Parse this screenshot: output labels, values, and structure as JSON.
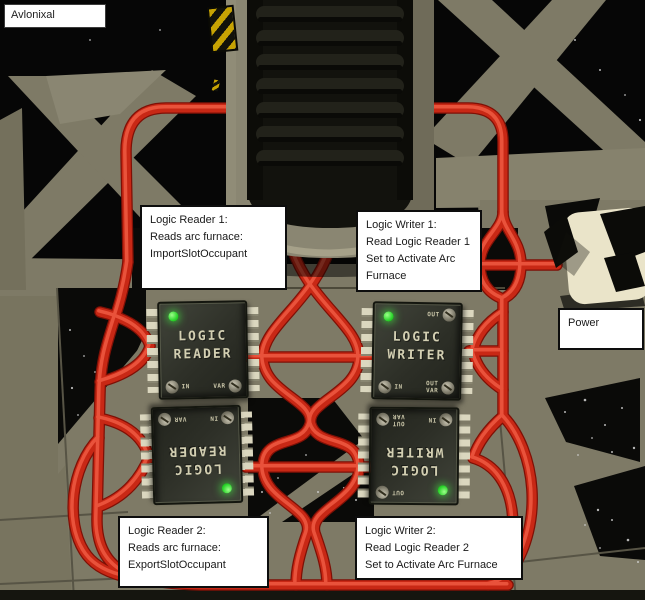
{
  "player": {
    "name": "Avlonixal"
  },
  "annotations": {
    "reader1": {
      "lines": [
        "Logic Reader 1:",
        "Reads arc furnace:",
        "ImportSlotOccupant"
      ]
    },
    "writer1": {
      "lines": [
        "Logic Writer 1:",
        "Read Logic Reader 1",
        "Set to Activate Arc",
        "Furnace"
      ]
    },
    "power": {
      "lines": [
        "Power"
      ]
    },
    "reader2": {
      "lines": [
        "Logic Reader 2:",
        "Reads arc furnace:",
        "ExportSlotOccupant"
      ]
    },
    "writer2": {
      "lines": [
        "Logic Writer 2:",
        "Read Logic Reader 2",
        "Set to Activate Arc Furnace"
      ]
    }
  },
  "chips": {
    "reader": {
      "line1": "LOGIC",
      "line2": "READER",
      "port_in": "IN",
      "port_var": "VAR"
    },
    "writer": {
      "line1": "LOGIC",
      "line2": "WRITER",
      "port_in": "IN",
      "port_out": "OUT",
      "port_var": "VAR"
    }
  },
  "colors": {
    "cable_red": "#c82815",
    "frame_khaki": "#7e7a66",
    "led_green": "#2bd42b",
    "note_background": "#ffffff",
    "note_border": "#0d0d0d",
    "space_black": "#060606"
  }
}
